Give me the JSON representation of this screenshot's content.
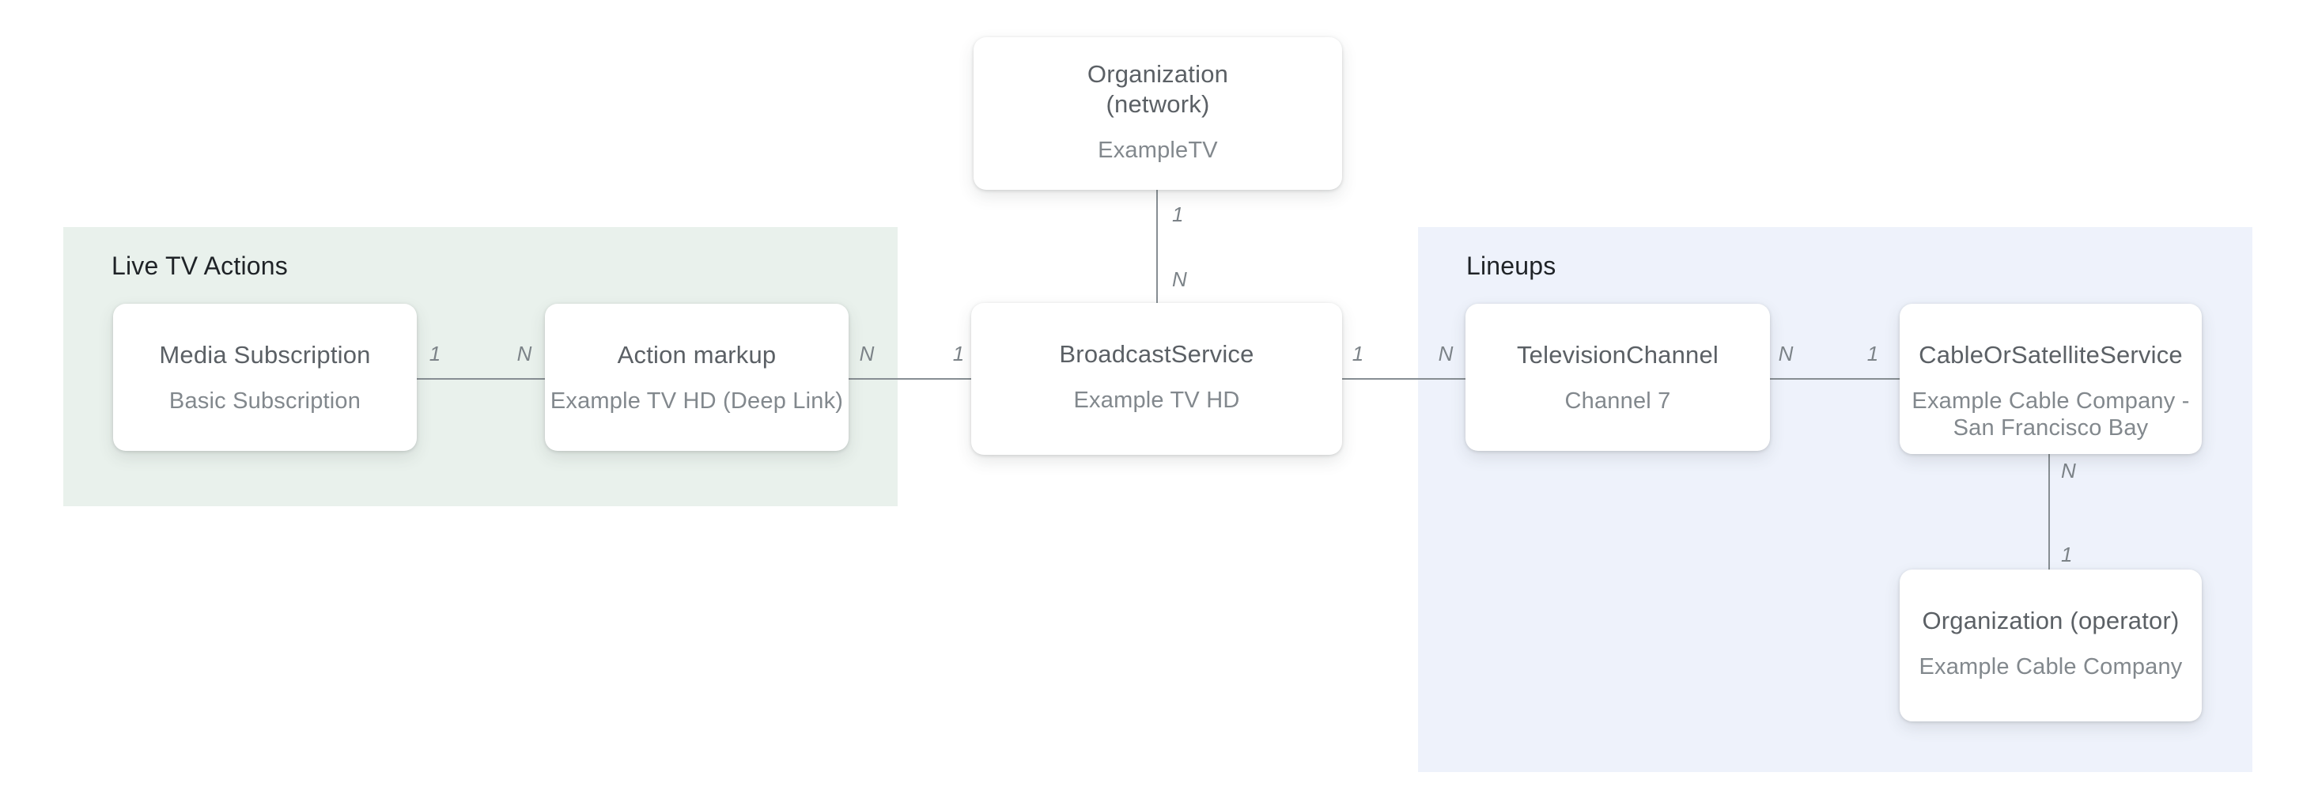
{
  "diagram": {
    "regions": {
      "live_tv_actions": {
        "label": "Live TV Actions"
      },
      "lineups": {
        "label": "Lineups"
      }
    },
    "nodes": {
      "org_network": {
        "title": "Organization\n(network)",
        "subtitle": "ExampleTV"
      },
      "media_subscription": {
        "title": "Media Subscription",
        "subtitle": "Basic Subscription"
      },
      "action_markup": {
        "title": "Action markup",
        "subtitle": "Example TV HD (Deep Link)"
      },
      "broadcast_service": {
        "title": "BroadcastService",
        "subtitle": "Example TV HD"
      },
      "television_channel": {
        "title": "TelevisionChannel",
        "subtitle": "Channel 7"
      },
      "cable_or_satellite_service": {
        "title": "CableOrSatelliteService",
        "subtitle": "Example Cable Company -\nSan Francisco Bay"
      },
      "org_operator": {
        "title": "Organization (operator)",
        "subtitle": "Example Cable Company"
      }
    },
    "edges": {
      "network_broadcast": {
        "from_label": "1",
        "to_label": "N"
      },
      "media_action": {
        "from_label": "1",
        "to_label": "N"
      },
      "action_broadcast": {
        "from_label": "N",
        "to_label": "1"
      },
      "broadcast_channel": {
        "from_label": "1",
        "to_label": "N"
      },
      "channel_cable": {
        "from_label": "N",
        "to_label": "1"
      },
      "cable_operator": {
        "from_label": "N",
        "to_label": "1"
      }
    },
    "colors": {
      "live_tv_actions_bg": "#e9f1ec",
      "lineups_bg": "#eef2fb",
      "node_bg": "#ffffff",
      "node_title": "#5b6065",
      "node_subtitle": "#82888d",
      "region_label": "#1f2327",
      "edge_line": "#878e93",
      "edge_label": "#7c8388"
    }
  }
}
